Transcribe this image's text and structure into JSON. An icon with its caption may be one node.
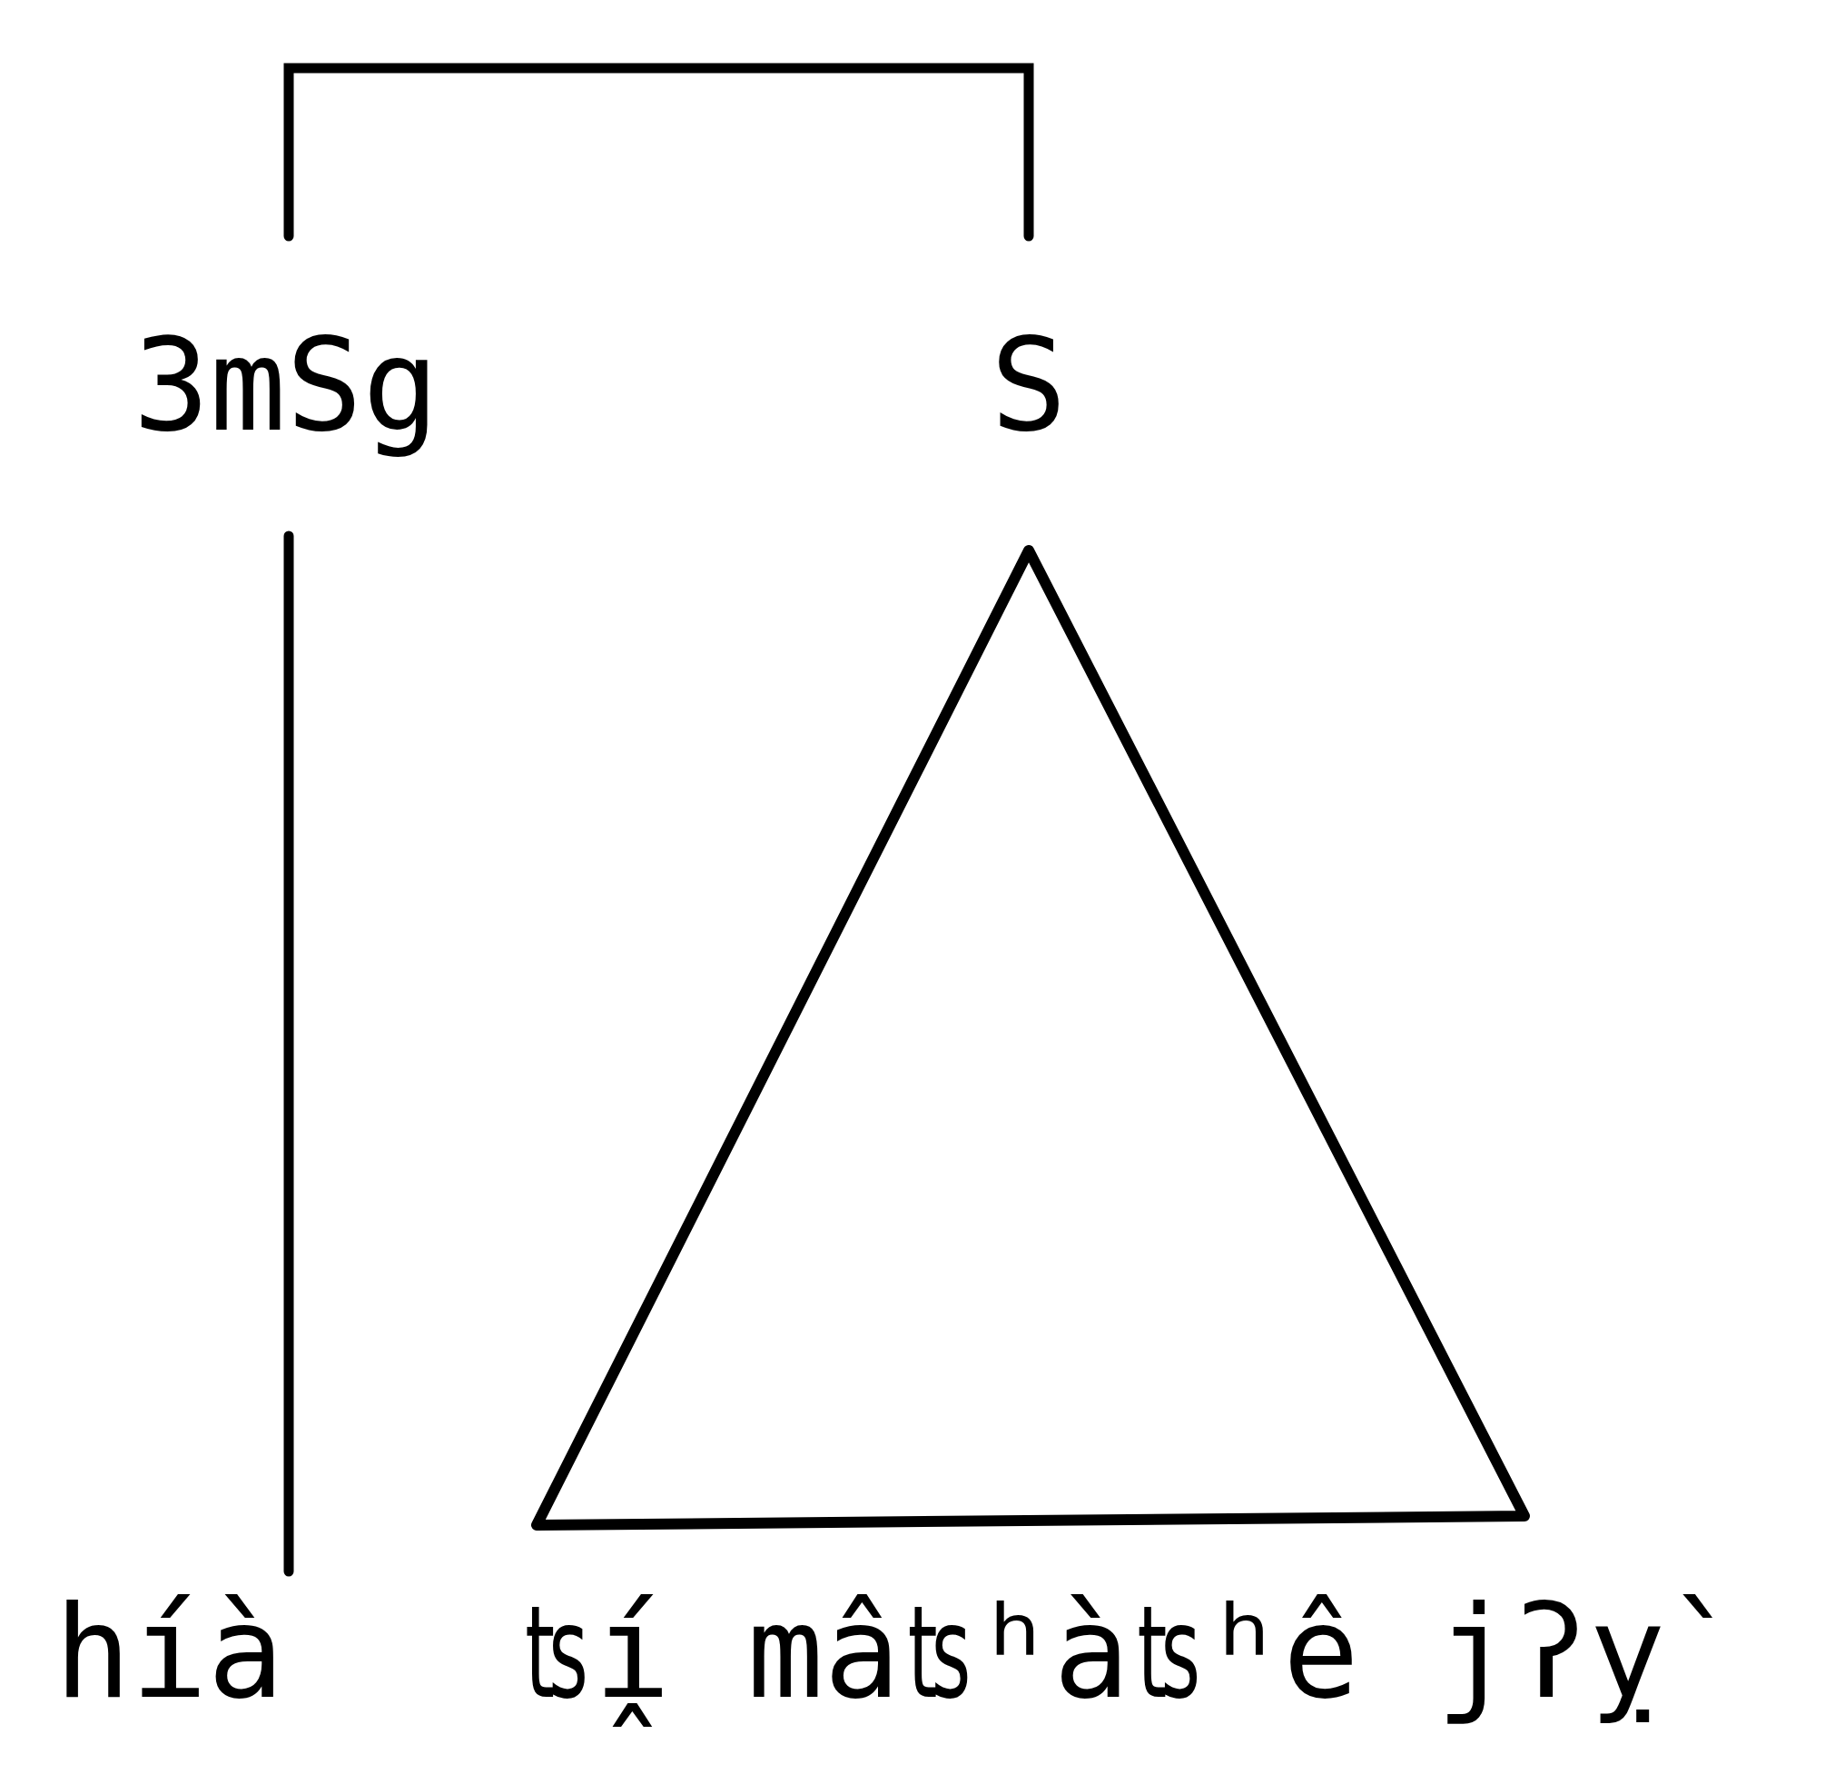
{
  "diagram": {
    "nodes": [
      {
        "text": [
          "3mSg"
        ]
      },
      {
        "text": [
          "S"
        ]
      },
      {
        "text": [
          "híà"
        ]
      },
      {
        "text": [],
        "shape": "triangle"
      },
      {
        "text": [
          "ʦ̭í mâʦʰàʦʰê jʔỵ̀"
        ]
      }
    ],
    "edges": [
      {
        "from": 0,
        "to": 1,
        "arrow": "none"
      },
      {
        "from": 0,
        "to": 2,
        "arrow": "none"
      }
    ]
  }
}
